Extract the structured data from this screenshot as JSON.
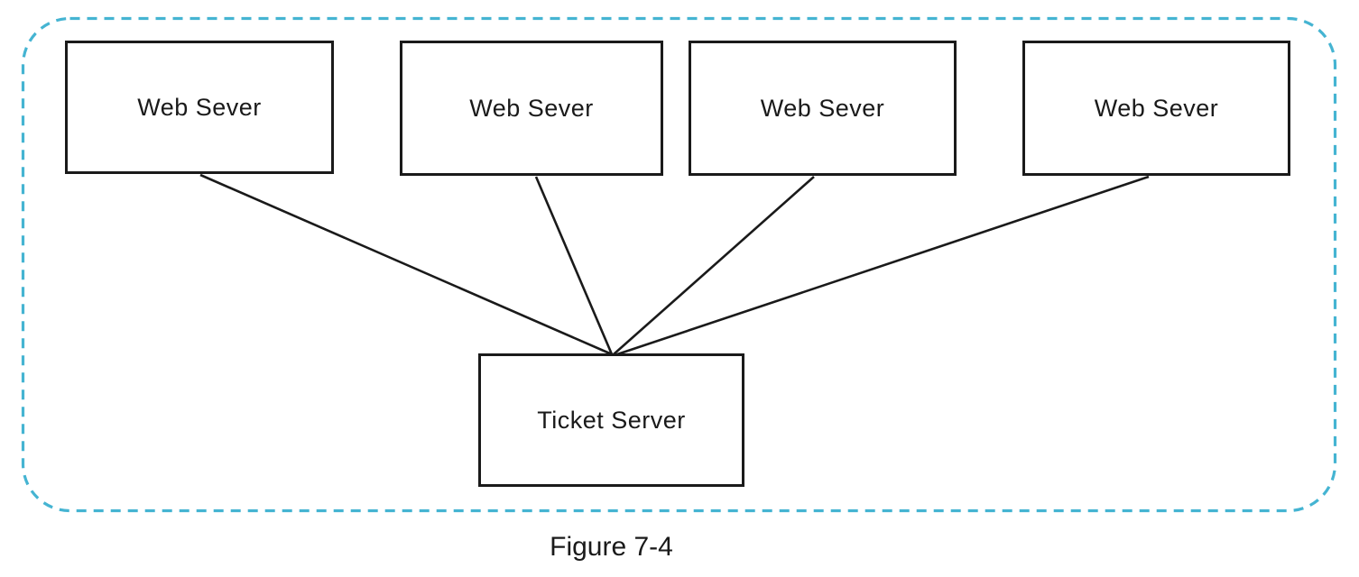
{
  "figure": {
    "caption": "Figure 7-4"
  },
  "nodes": {
    "web_server_1": {
      "label": "Web Sever"
    },
    "web_server_2": {
      "label": "Web Sever"
    },
    "web_server_3": {
      "label": "Web Sever"
    },
    "web_server_4": {
      "label": "Web Sever"
    },
    "ticket_server": {
      "label": "Ticket Server"
    }
  },
  "edges": [
    {
      "from": "web_server_1",
      "to": "ticket_server"
    },
    {
      "from": "web_server_2",
      "to": "ticket_server"
    },
    {
      "from": "web_server_3",
      "to": "ticket_server"
    },
    {
      "from": "web_server_4",
      "to": "ticket_server"
    }
  ],
  "colors": {
    "boundary_dashed": "#45b4d2",
    "node_border": "#1a1a1a",
    "connector": "#1a1a1a",
    "background": "#ffffff"
  }
}
